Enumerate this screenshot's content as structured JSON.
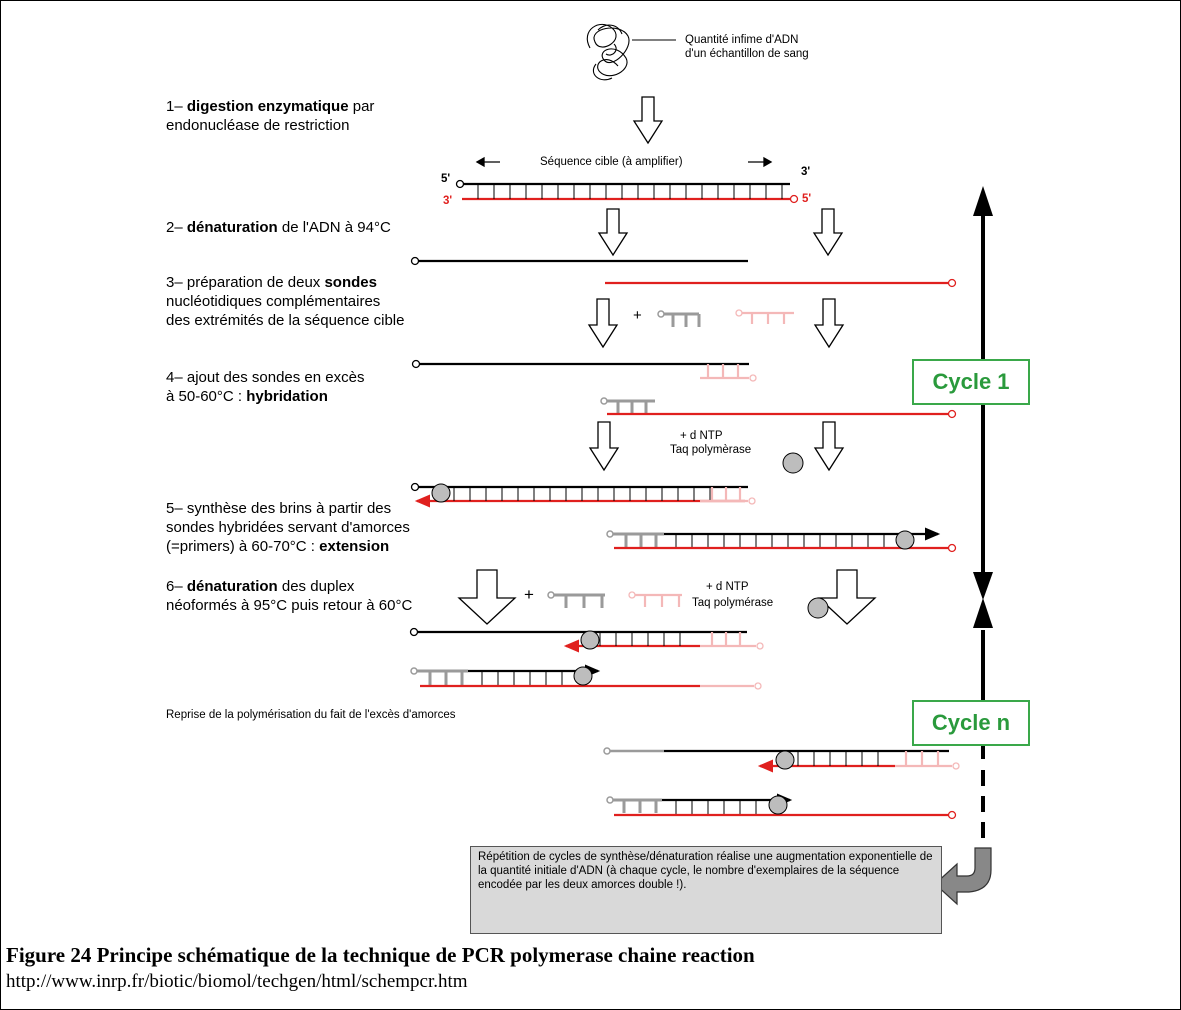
{
  "source_note": {
    "line1": "Quantité infime d'ADN",
    "line2": "d'un échantillon de sang"
  },
  "steps": {
    "s1": {
      "num": "1–",
      "bold": "digestion enzymatique",
      "rest": " par",
      "line2": "endonucléase de restriction"
    },
    "s2": {
      "num": "2–",
      "bold": "dénaturation",
      "rest": " de l'ADN à 94°C"
    },
    "s3": {
      "pre": "3– préparation de deux ",
      "bold": "sondes",
      "line2": "nucléotidiques complémentaires",
      "line3": "des extrémités de la séquence cible"
    },
    "s4": {
      "line1": "4– ajout des sondes en excès",
      "pre2": "à 50-60°C : ",
      "bold": "hybridation"
    },
    "s5": {
      "line1": "5– synthèse des brins à partir des",
      "line2": "sondes hybridées servant d'amorces",
      "pre3": "(=primers) à 60-70°C : ",
      "bold": "extension"
    },
    "s6": {
      "num": "6–",
      "bold": "dénaturation",
      "rest": " des duplex",
      "line2": "néoformés à 95°C puis retour à 60°C"
    }
  },
  "labels": {
    "target_sequence": "Séquence cible (à amplifier)",
    "five_prime_top": "5'",
    "three_prime_top": "3'",
    "three_prime_red": "3'",
    "five_prime_red": "5'",
    "plus1": "+",
    "plus2": "+",
    "plus3": "+",
    "plus_dntp1": "+   d NTP",
    "taq1": "Taq polymèrase",
    "plus_dntp2": "+   d NTP",
    "taq2": "Taq polymérase",
    "resumption": "Reprise de la polymérisation du fait de l'excès d'amorces"
  },
  "cycles": {
    "cycle1": "Cycle 1",
    "cyclen": "Cycle n"
  },
  "note": "Répétition de cycles de synthèse/dénaturation réalise une augmentation exponentielle de la quantité initiale d'ADN (à chaque cycle, le nombre d'exemplaires de la séquence encodée par les deux amorces double !).",
  "caption": {
    "title": "Figure 24 Principe schématique de la technique de PCR polymerase chaine reaction",
    "url": "http://www.inrp.fr/biotic/biomol/techgen/html/schempcr.htm"
  },
  "colors": {
    "strand_black": "#000000",
    "strand_red": "#e0201e",
    "primer_grey": "#9a9a9a",
    "primer_pink": "#f4b8b8",
    "polymerase": "#bdbdbd",
    "cycle_green": "#2a9a3c"
  }
}
